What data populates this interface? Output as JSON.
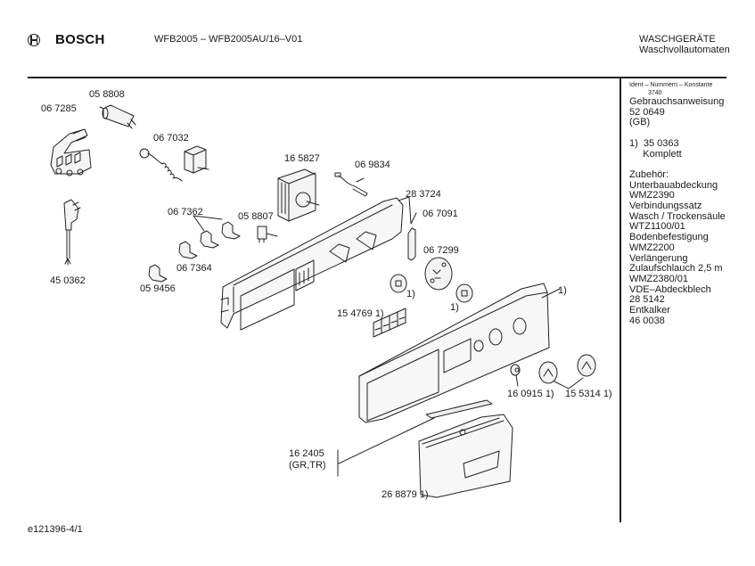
{
  "header": {
    "brand": "BOSCH",
    "model": "WFB2005 – WFB2005AU/16–V01",
    "category": "WASCHGERÄTE",
    "subcategory": "Waschvollautomaten"
  },
  "sidebar": {
    "header": "Ident – Nummern – Konstante",
    "superscript": "3740",
    "lines": [
      "Gebrauchsanweisung",
      "52 0649",
      "(GB)",
      "",
      "1)  35 0363",
      "     Komplett",
      "",
      "Zubehör:",
      "Unterbauabdeckung",
      "WMZ2390",
      "Verbindungssatz",
      "Wasch / Trockensäule",
      "WTZ1100/01",
      "Bodenbefestigung",
      "WMZ2200",
      "Verlängerung",
      "Zulaufschlauch 2,5 m",
      "WMZ2380/01",
      "VDE–Abdeckblech",
      "28 5142",
      "Entkalker",
      "46 0038"
    ]
  },
  "parts": [
    {
      "id": "part-058808",
      "label": "05 8808"
    },
    {
      "id": "part-067285",
      "label": "06 7285"
    },
    {
      "id": "part-067032",
      "label": "06 7032"
    },
    {
      "id": "part-165827",
      "label": "16 5827"
    },
    {
      "id": "part-069834",
      "label": "06 9834"
    },
    {
      "id": "part-283724",
      "label": "28 3724"
    },
    {
      "id": "part-067091",
      "label": "06 7091"
    },
    {
      "id": "part-067362",
      "label": "06 7362"
    },
    {
      "id": "part-058807",
      "label": "05 8807"
    },
    {
      "id": "part-067299",
      "label": "06 7299"
    },
    {
      "id": "part-067364",
      "label": "06 7364"
    },
    {
      "id": "part-450362",
      "label": "45 0362"
    },
    {
      "id": "part-059456",
      "label": "05 9456"
    },
    {
      "id": "part-knob-left",
      "label": "1)"
    },
    {
      "id": "part-knob-right",
      "label": "1)"
    },
    {
      "id": "part-panel",
      "label": "1)"
    },
    {
      "id": "part-154769",
      "label": "15 4769 1)"
    },
    {
      "id": "part-160915",
      "label": "16 0915 1)"
    },
    {
      "id": "part-155314",
      "label": "15 5314 1)"
    },
    {
      "id": "part-162405",
      "label": "16 2405"
    },
    {
      "id": "part-162405-note",
      "label": "(GR,TR)"
    },
    {
      "id": "part-268879",
      "label": "26 8879 1)"
    }
  ],
  "footer": {
    "doc_id": "e121396-4/1"
  }
}
